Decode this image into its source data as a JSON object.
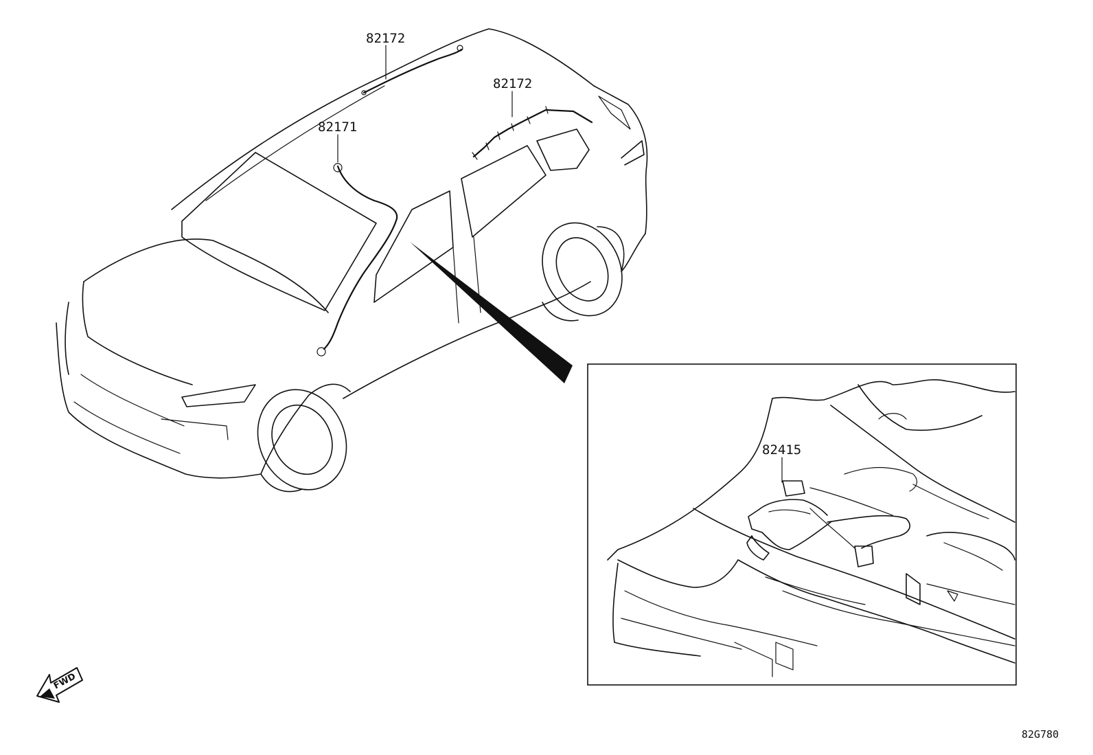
{
  "parts": {
    "roof_rear": "82172",
    "roof_side": "82172",
    "windshield": "82171",
    "floor": "82415"
  },
  "fwd_label": "FWD",
  "diagram_code": "82G780"
}
